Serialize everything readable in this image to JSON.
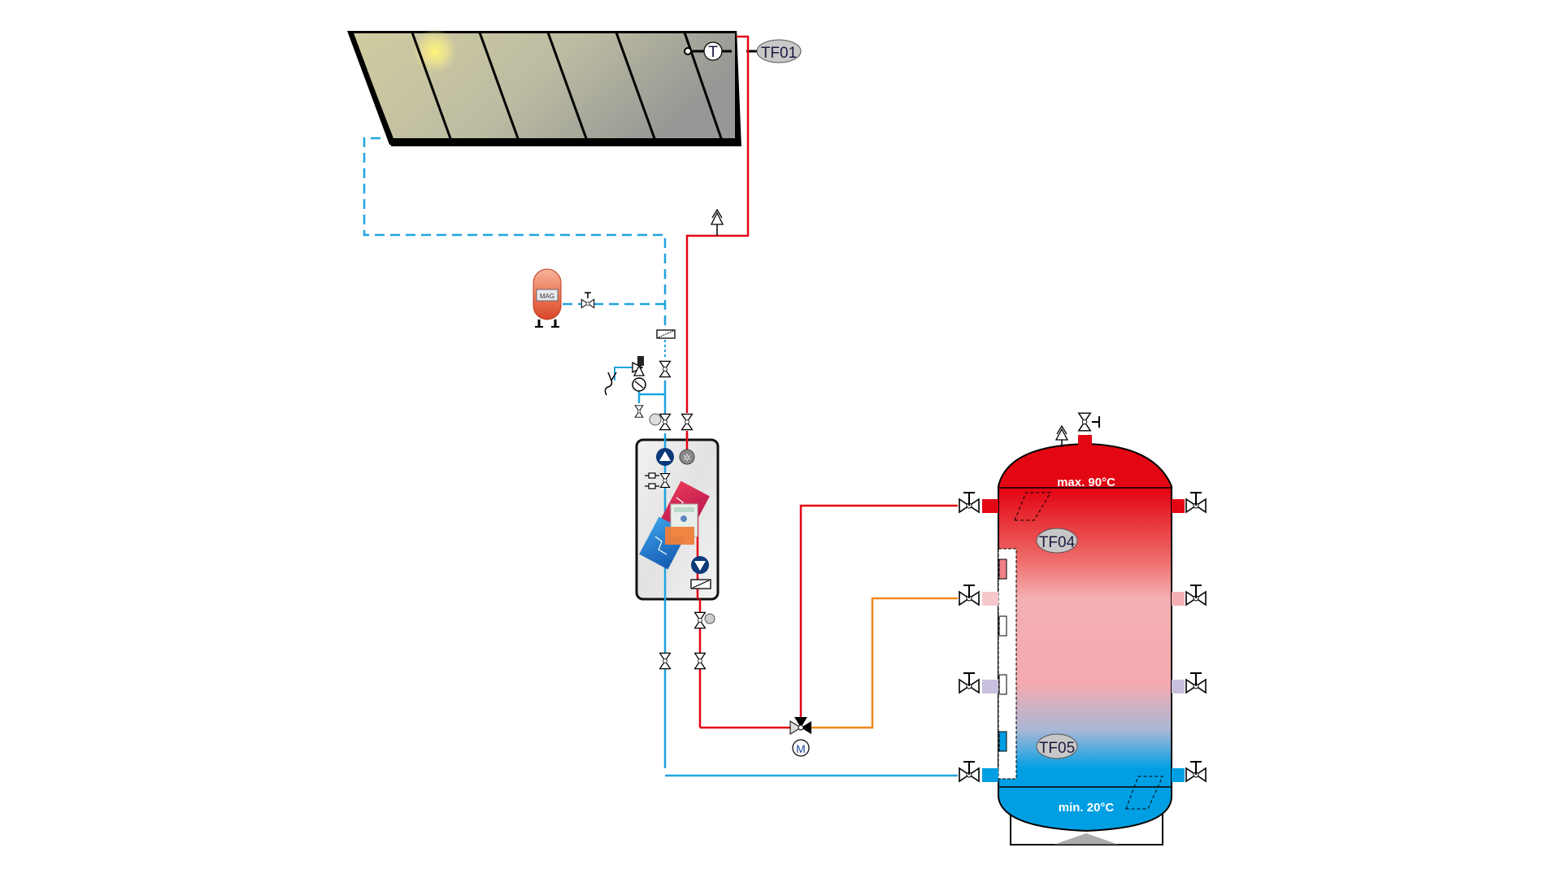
{
  "diagram": {
    "type": "solar thermal heating schematic",
    "collector": {
      "panels": 5,
      "sensor_symbol": "T",
      "sensor_label": "TF01"
    },
    "expansion_vessel": {
      "label": "MAG"
    },
    "solar_station": {
      "components": [
        "pump-up",
        "flow-meter",
        "heat-exchanger",
        "controller",
        "pump-down",
        "check-valve"
      ]
    },
    "mixing_valve": {
      "motor_label": "M"
    },
    "buffer_tank": {
      "max_label": "max. 90°C",
      "min_label": "min. 20°C",
      "sensors": [
        "TF04",
        "TF05"
      ]
    },
    "pipes": {
      "solar_supply": {
        "color": "#e30613",
        "style": "solid"
      },
      "solar_return": {
        "color": "#1fa4e0",
        "style": "dashed"
      },
      "mixed_return": {
        "color": "#f08a1c",
        "style": "solid"
      }
    },
    "colors": {
      "hot": "#e30613",
      "warm": "#f4b0b3",
      "cold": "#009fe3",
      "sensor_fill": "#c8c8c8",
      "collector_light": "#d3d0a4",
      "collector_dark": "#9a9b97"
    }
  }
}
